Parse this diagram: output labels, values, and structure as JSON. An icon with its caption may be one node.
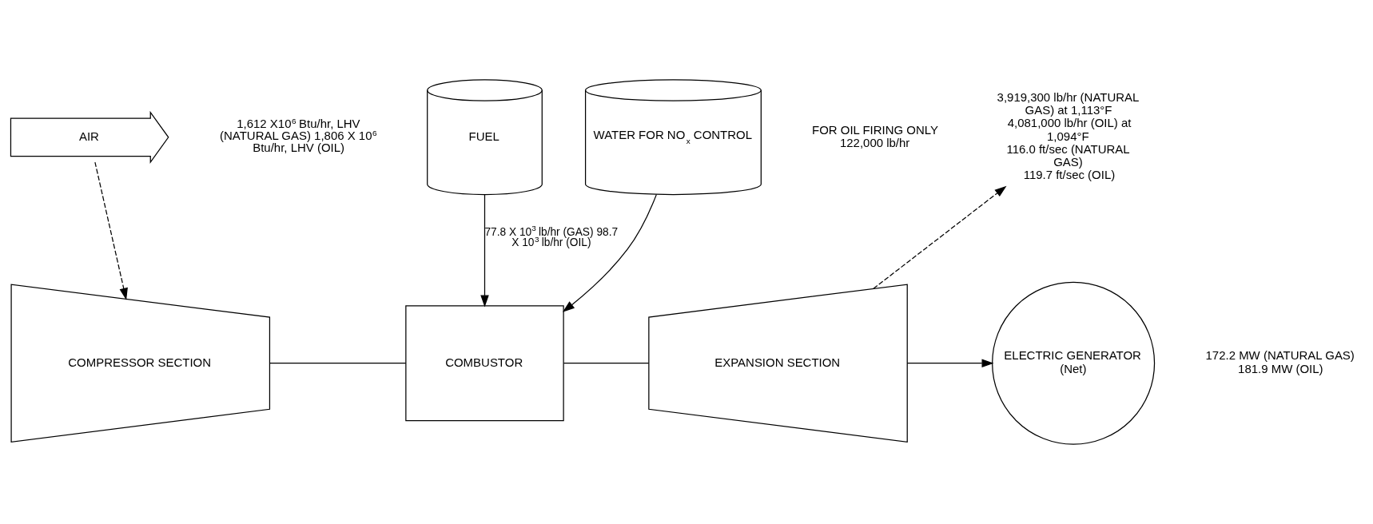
{
  "diagram": {
    "nodes": [
      {
        "text": [
          "AIR"
        ]
      },
      {
        "text": [
          "COMPRESSOR SECTION"
        ]
      },
      {
        "text": [
          "COMBUSTOR"
        ]
      },
      {
        "text": [
          "EXPANSION SECTION"
        ]
      },
      {
        "text": [
          "ELECTRIC GENERATOR",
          "(Net)"
        ]
      },
      {
        "text": [
          "FUEL"
        ]
      },
      {
        "text": [
          "WATER FOR NO$_{x}$ CONTROL"
        ]
      },
      {
        "text": [
          "3,919,300 lb/hr (NATURAL GAS) at 1,113°F",
          "4,081,000 lb/hr (OIL) at 1,094°F",
          "116.0 ft/sec (NATURAL GAS)",
          "119.7 ft/sec (OIL)"
        ]
      }
    ],
    "edges": [
      {
        "from": 0,
        "to": 1,
        "arrow": "to",
        "style": "dashed"
      },
      {
        "from": 1,
        "to": 2,
        "arrow": "none"
      },
      {
        "from": 2,
        "to": 3,
        "arrow": "none"
      },
      {
        "from": 3,
        "to": 4,
        "arrow": "to"
      },
      {
        "from": 5,
        "to": 2,
        "arrow": "to",
        "label": "77.8 X 10$^{3}$ lb/hr (GAS) 98.7 X 10$^{3}$ lb/hr (OIL)"
      },
      {
        "from": 6,
        "to": 2,
        "arrow": "to"
      },
      {
        "from": 3,
        "to": 7,
        "arrow": "to",
        "style": "dashed"
      }
    ],
    "labels": [
      "172.2 MW (NATURAL GAS) 181.9 MW (OIL)",
      "1,612 X10$^{6}$ Btu/hr, LHV (NATURAL GAS) 1,806 X 10$^{6}$ Btu/hr, LHV (OIL)",
      "FOR OIL FIRING ONLY 122,000 lb/hr"
    ]
  }
}
